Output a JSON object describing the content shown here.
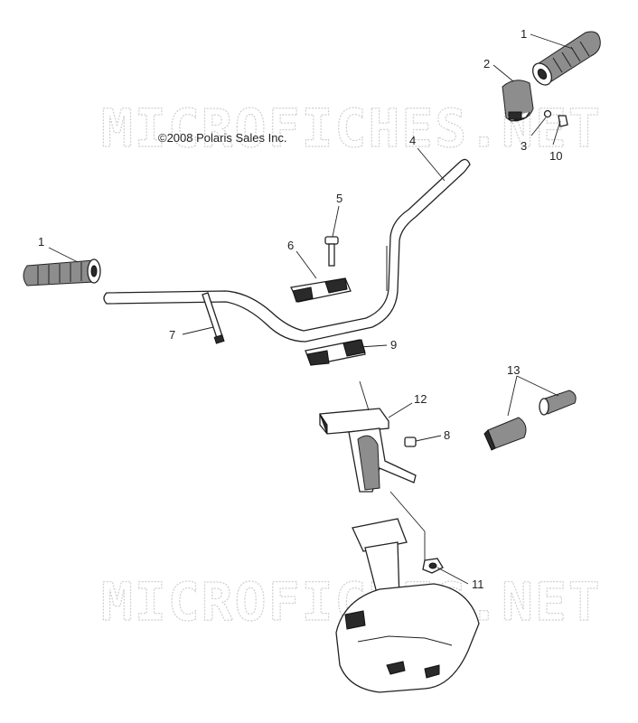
{
  "copyright": "©2008 Polaris Sales Inc.",
  "watermark": "MICROFICHES.NET",
  "callouts": {
    "grip_right": "1",
    "grip_left": "1",
    "cover": "2",
    "screw_small": "3",
    "handlebar": "4",
    "bolt": "5",
    "clamp_upper": "6",
    "rod": "7",
    "bolt_short": "8",
    "clamp_lower": "9",
    "nut_small": "10",
    "nut": "11",
    "bracket": "12",
    "grip_kit": "13"
  }
}
